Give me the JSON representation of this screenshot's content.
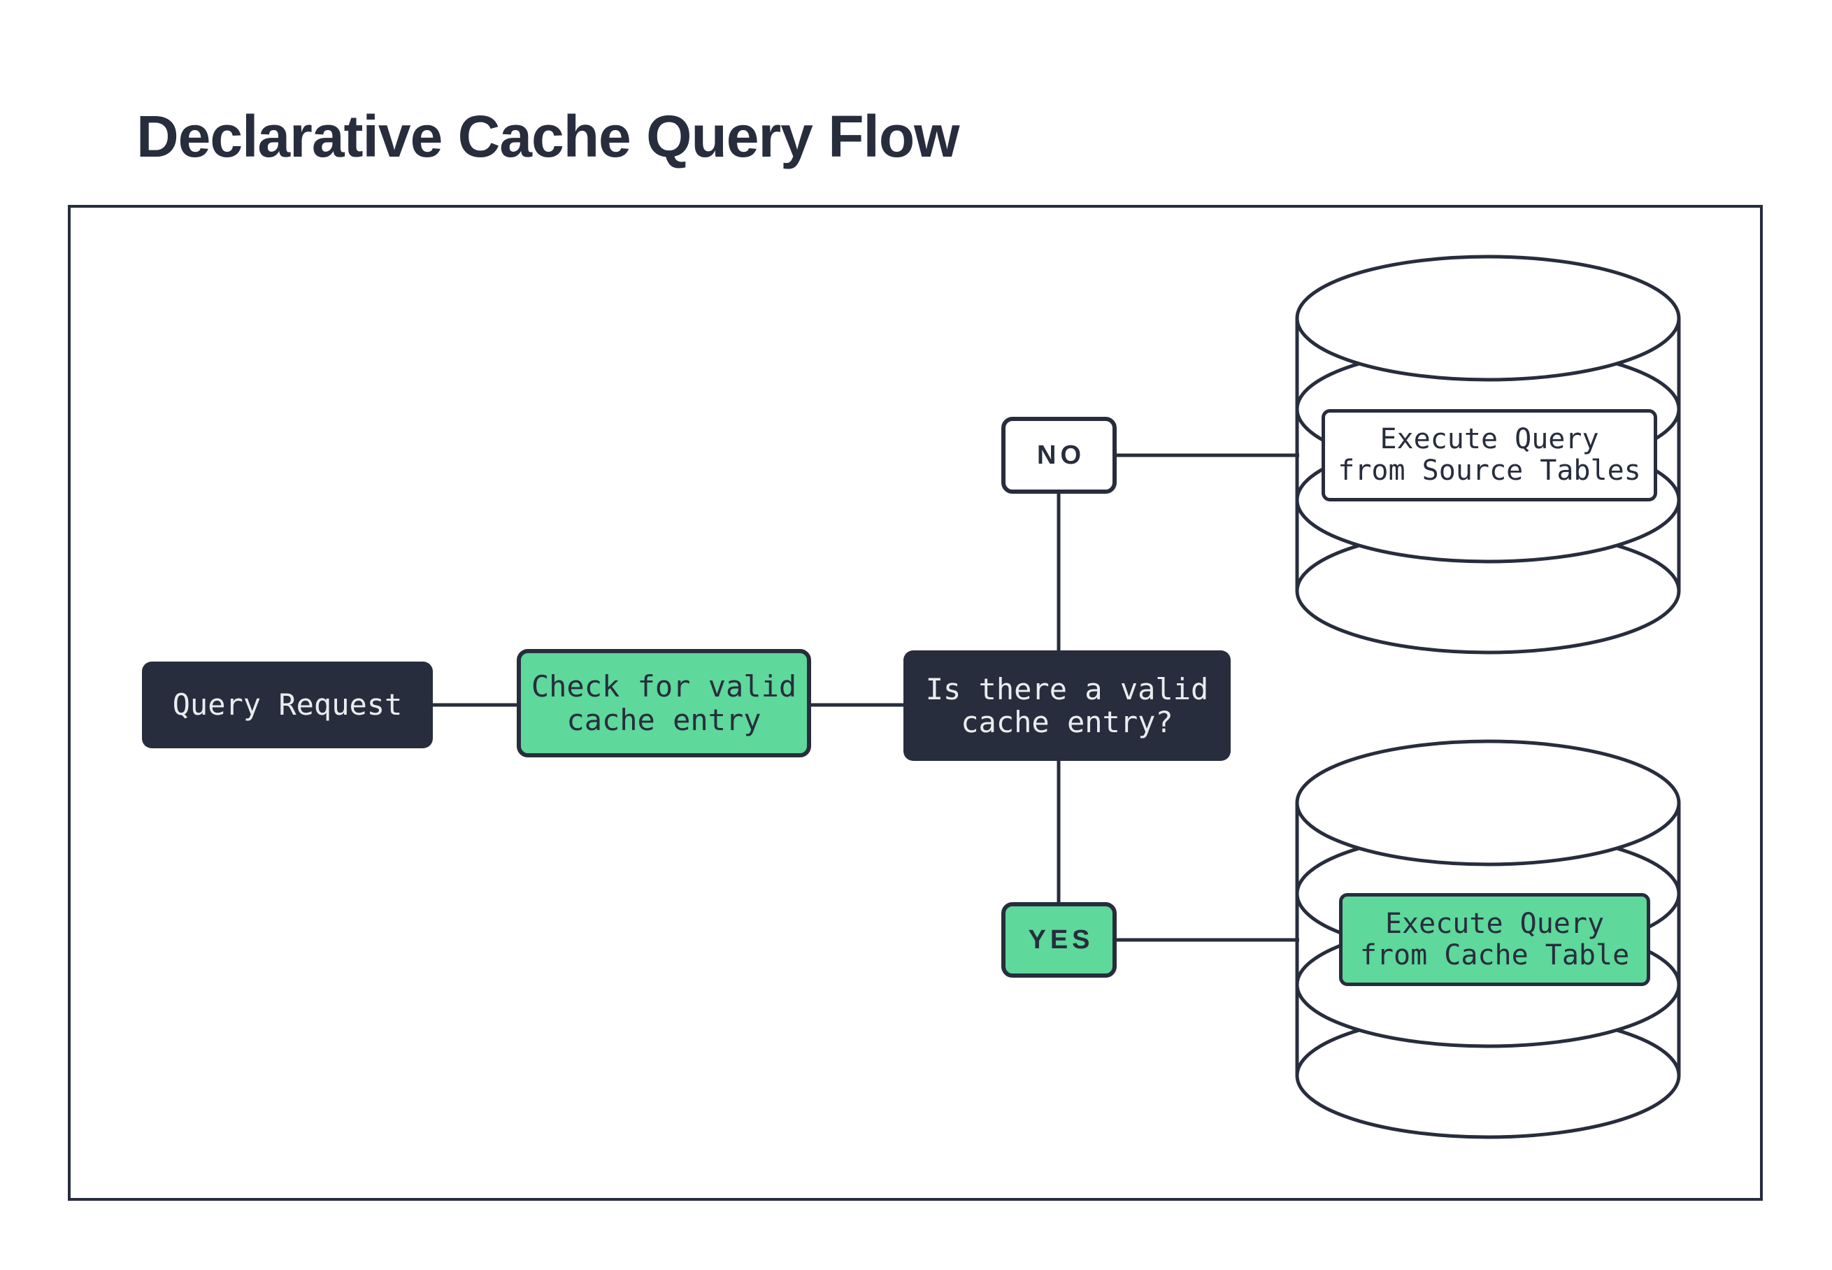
{
  "title": "Declarative Cache Query Flow",
  "flow": {
    "query_request": "Query Request",
    "check_cache": "Check for valid\ncache entry",
    "decision": "Is there a valid\ncache entry?",
    "branch_no": "NO",
    "branch_yes": "YES",
    "source_db_label": "Execute Query\nfrom Source Tables",
    "cache_db_label": "Execute Query\nfrom Cache Table"
  },
  "icons": {
    "source_database": "database-cylinder-icon",
    "cache_database": "database-cylinder-icon"
  },
  "colors": {
    "ink": "#272d3d",
    "green": "#5ed89b",
    "light_text": "#eaecef",
    "background": "#ffffff"
  }
}
